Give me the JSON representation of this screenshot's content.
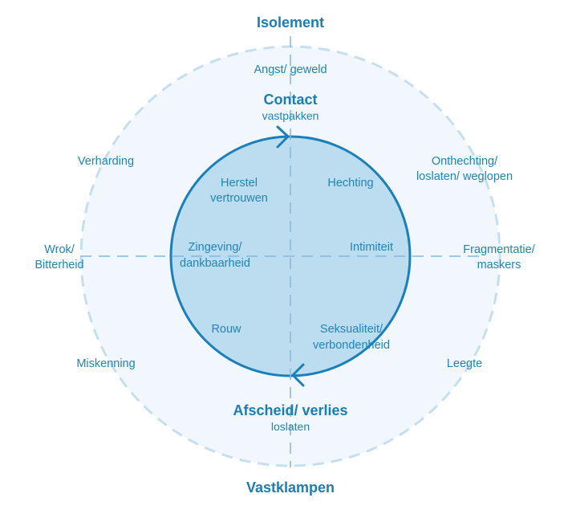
{
  "colors": {
    "outer_fill": "#f1f7fc",
    "outer_dash": "#c6dff0",
    "inner_fill": "#bcdcef",
    "inner_stroke": "#1b7fbb",
    "axis_dash": "#86b7d8",
    "text": "#1f85b8",
    "text_bold": "#1a7db4"
  },
  "axes": {
    "top": "Isolement",
    "bottom": "Vastklampen"
  },
  "top_pole": {
    "title": "Contact",
    "subtitle": "vastpakken"
  },
  "bottom_pole": {
    "title": "Afscheid/ verlies",
    "subtitle": "loslaten"
  },
  "outer_ring": {
    "top": "Angst/ geweld",
    "upper_left": "Verharding",
    "upper_right_line1": "Onthechting/",
    "upper_right_line2": "loslaten/ weglopen",
    "left_line1": "Wrok/",
    "left_line2": "Bitterheid",
    "right_line1": "Fragmentatie/",
    "right_line2": "maskers",
    "lower_left": "Miskenning",
    "lower_right": "Leegte"
  },
  "inner_circle": {
    "upper_left_line1": "Herstel",
    "upper_left_line2": "vertrouwen",
    "upper_right": "Hechting",
    "left_line1": "Zingeving/",
    "left_line2": "dankbaarheid",
    "right": "Intimiteit",
    "lower_left": "Rouw",
    "lower_right_line1": "Seksualiteit/",
    "lower_right_line2": "verbondenheid"
  }
}
